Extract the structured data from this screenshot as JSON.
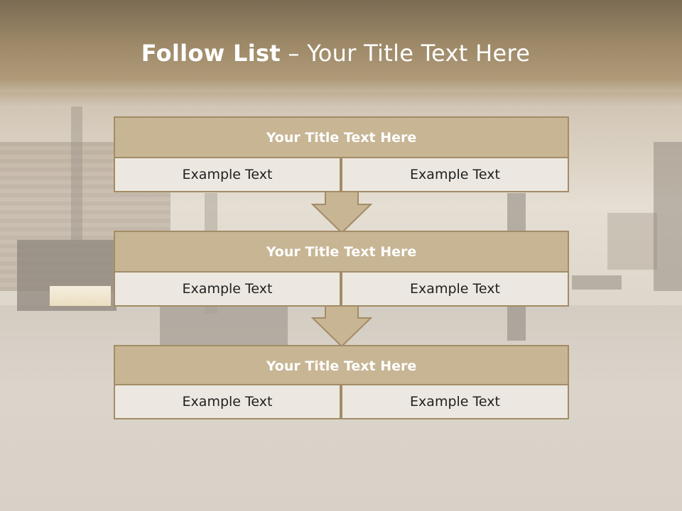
{
  "slide": {
    "title_bold": "Follow List",
    "title_rest": " – Your Title Text Here",
    "colors": {
      "header": "#9c8867",
      "box_head": "#c7b594",
      "box_border": "#a38c66",
      "box_body": "#ece8e1"
    }
  },
  "blocks": [
    {
      "title": "Your Title Text Here",
      "left": "Example Text",
      "right": "Example Text"
    },
    {
      "title": "Your Title Text Here",
      "left": "Example Text",
      "right": "Example Text"
    },
    {
      "title": "Your Title Text Here",
      "left": "Example Text",
      "right": "Example Text"
    }
  ],
  "connectors": [
    "down-arrow-icon",
    "down-arrow-icon"
  ]
}
